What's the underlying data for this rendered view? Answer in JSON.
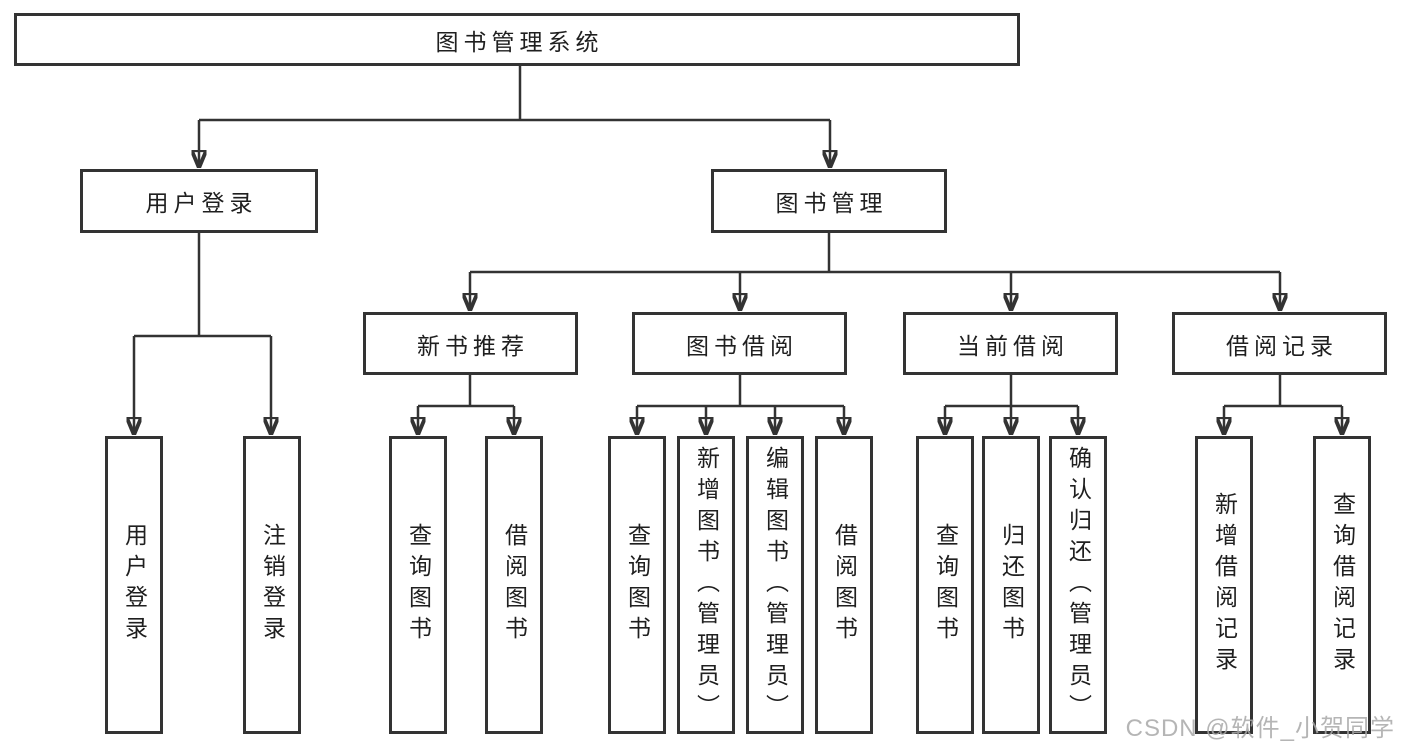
{
  "diagram": {
    "root": {
      "label": "图书管理系统"
    },
    "branches": [
      {
        "label": "用户登录",
        "children": [
          {
            "label": "用户登录"
          },
          {
            "label": "注销登录"
          }
        ]
      },
      {
        "label": "图书管理",
        "children": [
          {
            "label": "新书推荐",
            "children": [
              {
                "label": "查询图书"
              },
              {
                "label": "借阅图书"
              }
            ]
          },
          {
            "label": "图书借阅",
            "children": [
              {
                "label": "查询图书"
              },
              {
                "label": "新增图书（管理员）"
              },
              {
                "label": "编辑图书（管理员）"
              },
              {
                "label": "借阅图书"
              }
            ]
          },
          {
            "label": "当前借阅",
            "children": [
              {
                "label": "查询图书"
              },
              {
                "label": "归还图书"
              },
              {
                "label": "确认归还（管理员）"
              }
            ]
          },
          {
            "label": "借阅记录",
            "children": [
              {
                "label": "新增借阅记录"
              },
              {
                "label": "查询借阅记录"
              }
            ]
          }
        ]
      }
    ]
  },
  "watermark": "CSDN @软件_小贺同学",
  "colors": {
    "line": "#333333",
    "text": "#1f1f1f",
    "background": "#ffffff",
    "watermark": "#a9a9a9"
  }
}
